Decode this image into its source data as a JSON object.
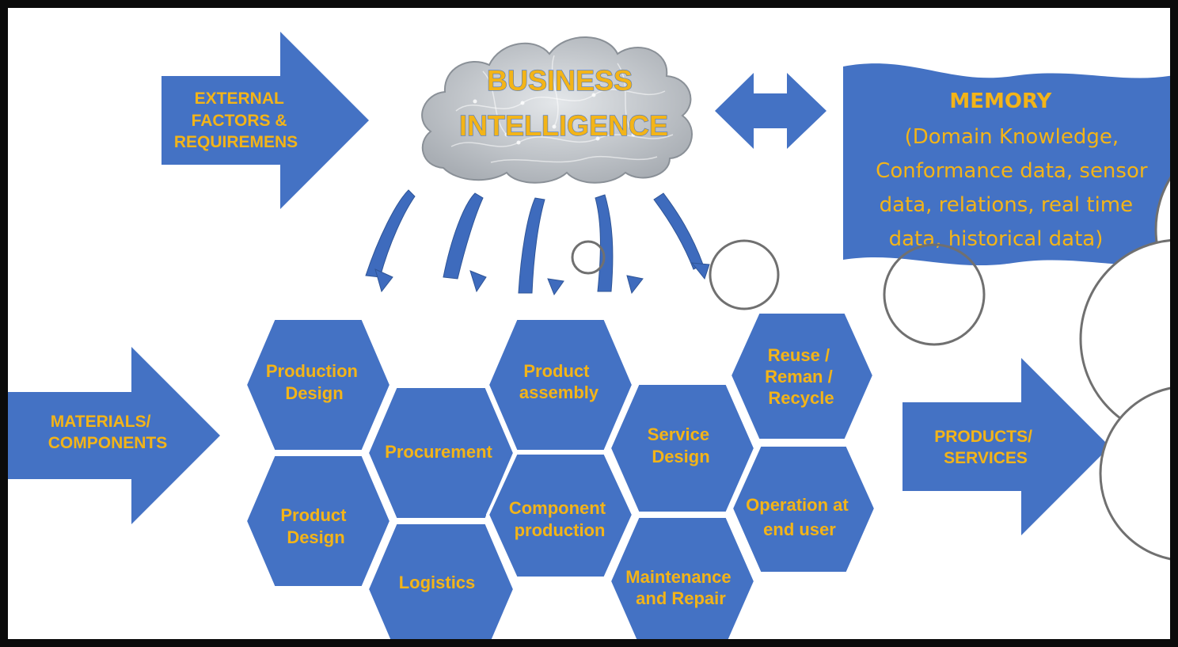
{
  "colors": {
    "blue": "#4472c4",
    "dark_blue": "#2f5597",
    "gold": "#f3b418",
    "cloud": "#c7cbd0",
    "circle_stroke": "#707070"
  },
  "external": {
    "line1": "EXTERNAL",
    "line2": "FACTORS &",
    "line3": "REQUIREMENS"
  },
  "bi": {
    "line1": "BUSINESS",
    "line2": "INTELLIGENCE"
  },
  "memory": {
    "title": "MEMORY",
    "line1": "(Domain Knowledge,",
    "line2": "Conformance data, sensor",
    "line3": "data, relations, real time",
    "line4": "data, historical data)"
  },
  "materials": {
    "line1": "MATERIALS/",
    "line2": "COMPONENTS"
  },
  "products": {
    "line1": "PRODUCTS/",
    "line2": "SERVICES"
  },
  "hexagons": {
    "production_design": {
      "line1": "Production",
      "line2": "Design"
    },
    "product_design": {
      "line1": "Product",
      "line2": "Design"
    },
    "procurement": {
      "line1": "Procurement"
    },
    "logistics": {
      "line1": "Logistics"
    },
    "product_assembly": {
      "line1": "Product",
      "line2": "assembly"
    },
    "component_production": {
      "line1": "Component",
      "line2": "production"
    },
    "service_design": {
      "line1": "Service",
      "line2": "Design"
    },
    "maintenance_repair": {
      "line1": "Maintenance",
      "line2": "and Repair"
    },
    "reuse": {
      "line1": "Reuse /",
      "line2": "Reman /",
      "line3": "Recycle"
    },
    "operation": {
      "line1": "Operation at",
      "line2": "end user"
    }
  }
}
